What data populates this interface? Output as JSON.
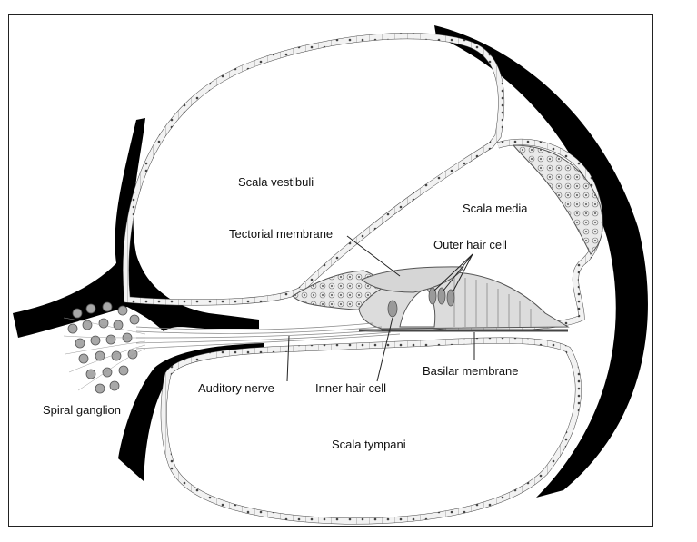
{
  "labels": {
    "scala_vestibuli": "Scala vestibuli",
    "scala_media": "Scala media",
    "tectorial_membrane": "Tectorial membrane",
    "outer_hair_cell": "Outer hair cell",
    "basilar_membrane": "Basilar membrane",
    "auditory_nerve": "Auditory nerve",
    "inner_hair_cell": "Inner hair cell",
    "spiral_ganglion": "Spiral ganglion",
    "scala_tympani": "Scala tympani"
  },
  "colors": {
    "bone": "#000000",
    "membrane_fill": "#f4f4f4",
    "cell_fill": "#bdbdbd",
    "line": "#333333"
  }
}
